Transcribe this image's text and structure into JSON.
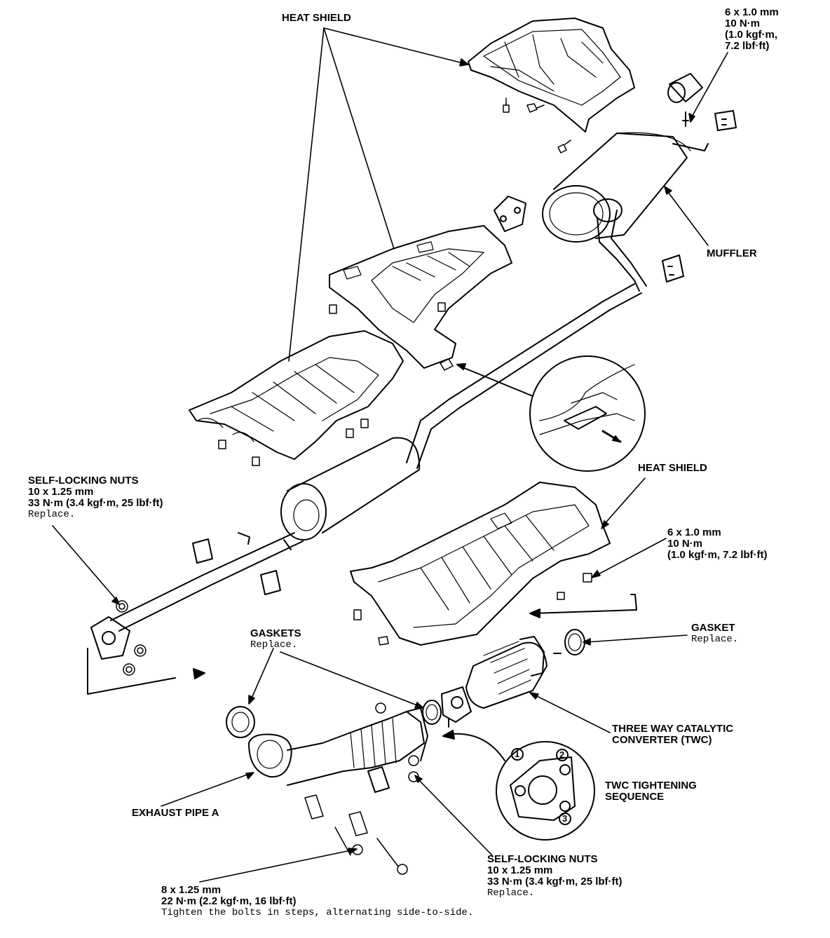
{
  "labels": {
    "heat_shield_top": "HEAT SHIELD",
    "spec_top_right": {
      "line1": "6 x 1.0 mm",
      "line2": "10 N·m",
      "line3": "(1.0 kgf·m,",
      "line4": "7.2 lbf·ft)"
    },
    "muffler": "MUFFLER",
    "self_locking_nuts_left": {
      "line1": "SELF-LOCKING NUTS",
      "line2": "10 x 1.25 mm",
      "line3": "33 N·m (3.4 kgf·m, 25 lbf·ft)",
      "note": "Replace."
    },
    "heat_shield_right": "HEAT SHIELD",
    "spec_mid_right": {
      "line1": "6 x 1.0 mm",
      "line2": "10 N·m",
      "line3": "(1.0 kgf·m, 7.2 lbf·ft)"
    },
    "gaskets": {
      "title": "GASKETS",
      "note": "Replace."
    },
    "gasket": {
      "title": "GASKET",
      "note": "Replace."
    },
    "twc": {
      "line1": "THREE WAY CATALYTIC",
      "line2": "CONVERTER (TWC)"
    },
    "twc_sequence": {
      "line1": "TWC TIGHTENING",
      "line2": "SEQUENCE"
    },
    "exhaust_pipe_a": "EXHAUST PIPE A",
    "self_locking_nuts_bottom": {
      "line1": "SELF-LOCKING NUTS",
      "line2": "10 x 1.25 mm",
      "line3": "33 N·m (3.4 kgf·m, 25 lbf·ft)",
      "note": "Replace."
    },
    "bolt_spec_bottom": {
      "line1": "8 x 1.25 mm",
      "line2": "22 N·m (2.2 kgf·m, 16 lbf·ft)",
      "note": "Tighten the bolts in steps, alternating side-to-side."
    }
  },
  "sequence_numbers": [
    "1",
    "2",
    "3"
  ]
}
